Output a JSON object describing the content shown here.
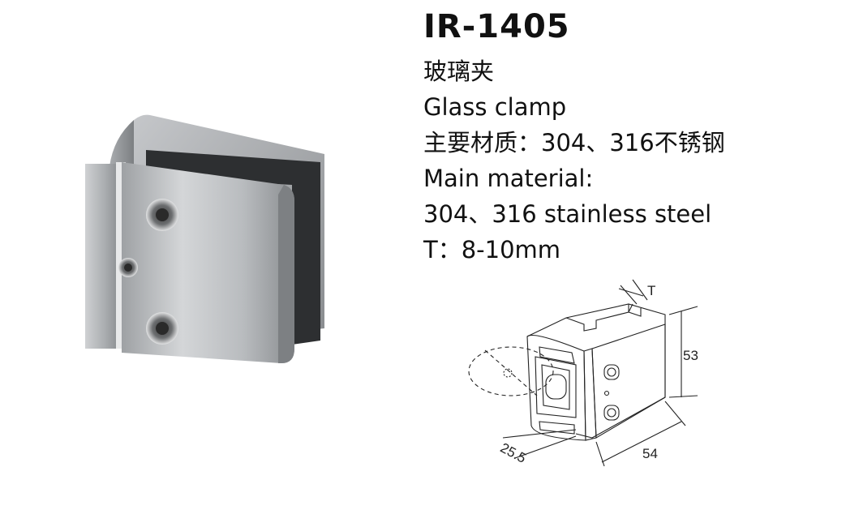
{
  "product": {
    "model": "IR-1405",
    "name_cn": "玻璃夹",
    "name_en": "Glass clamp",
    "material_cn": "主要材质：304、316不锈钢",
    "material_en_label": "Main material:",
    "material_en_value": "304、316 stainless steel",
    "thickness": "T：8-10mm"
  },
  "drawing": {
    "dim_t": "T",
    "dim_height": "53",
    "dim_width": "54",
    "dim_depth": "25.5"
  }
}
